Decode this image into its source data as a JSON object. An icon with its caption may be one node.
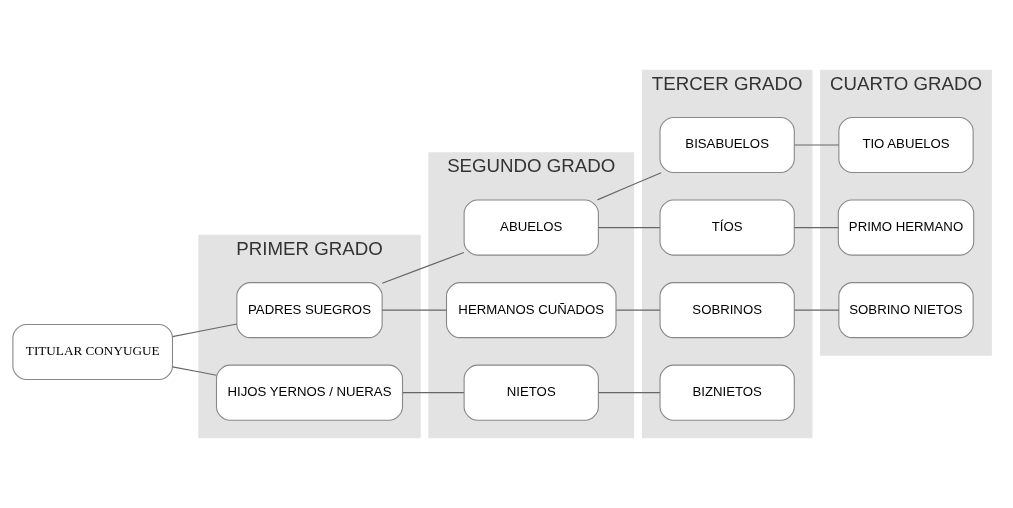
{
  "diagram": {
    "nodes": [
      {
        "text": [
          "TITULAR CONYUGUE"
        ]
      },
      {
        "text": [
          "PRIMER GRADO"
        ]
      },
      {
        "text": [
          "PADRES SUEGROS"
        ],
        "in": 1
      },
      {
        "text": [
          "HIJOS YERNOS / NUERAS"
        ],
        "in": 1
      },
      {
        "text": [
          "SEGUNDO GRADO"
        ]
      },
      {
        "text": [
          "ABUELOS"
        ],
        "in": 4
      },
      {
        "text": [
          "HERMANOS CUÑADOS"
        ],
        "in": 4
      },
      {
        "text": [
          "NIETOS"
        ],
        "in": 4
      },
      {
        "text": [
          "TERCER GRADO"
        ]
      },
      {
        "text": [
          "BISABUELOS"
        ],
        "in": 8
      },
      {
        "text": [
          "TÍOS"
        ],
        "in": 8
      },
      {
        "text": [
          "SOBRINOS"
        ],
        "in": 8
      },
      {
        "text": [
          "BIZNIETOS"
        ],
        "in": 8
      },
      {
        "text": [
          "CUARTO GRADO"
        ]
      },
      {
        "text": [
          "TIO ABUELOS"
        ],
        "in": 13
      },
      {
        "text": [
          "PRIMO HERMANO"
        ],
        "in": 13
      },
      {
        "text": [
          "SOBRINO NIETOS"
        ],
        "in": 13
      }
    ],
    "edges": [
      {
        "from": 0,
        "to": 2,
        "arrow": "none"
      },
      {
        "from": 0,
        "to": 3,
        "arrow": "none"
      },
      {
        "from": 2,
        "to": 5,
        "arrow": "none"
      },
      {
        "from": 2,
        "to": 6,
        "arrow": "none"
      },
      {
        "from": 3,
        "to": 7,
        "arrow": "none"
      },
      {
        "from": 5,
        "to": 9,
        "arrow": "none"
      },
      {
        "from": 5,
        "to": 10,
        "arrow": "none"
      },
      {
        "from": 6,
        "to": 11,
        "arrow": "none"
      },
      {
        "from": 7,
        "to": 12,
        "arrow": "none"
      },
      {
        "from": 9,
        "to": 14,
        "arrow": "none"
      },
      {
        "from": 10,
        "to": 15,
        "arrow": "none"
      },
      {
        "from": 11,
        "to": 16,
        "arrow": "none"
      }
    ]
  }
}
